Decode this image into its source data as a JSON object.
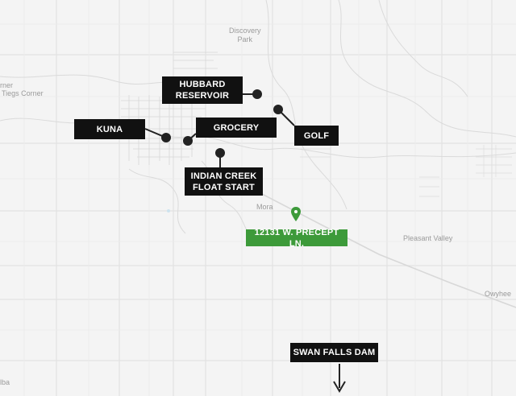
{
  "places": {
    "discovery_park": "Discovery\nPark",
    "corner": "rner",
    "tiegs_corner": "Tiegs Corner",
    "mora": "Mora",
    "pleasant_valley": "Pleasant Valley",
    "owyhee": "Owyhee",
    "elba": "lba"
  },
  "points": {
    "hubbard_reservoir": "HUBBARD\nRESERVOIR",
    "golf": "GOLF",
    "kuna": "KUNA",
    "grocery": "GROCERY",
    "indian_creek": "INDIAN CREEK\nFLOAT START",
    "property": "12131 W. PRECEPT LN.",
    "swan_falls": "SWAN FALLS DAM"
  },
  "colors": {
    "marker_dark": "#222222",
    "property_green": "#3d9a3a",
    "land": "#f4f4f4",
    "roads": "#dcdcdc"
  },
  "icons": {
    "property_pin": "map-pin-icon",
    "swan_falls_arrow": "arrow-down-icon"
  }
}
